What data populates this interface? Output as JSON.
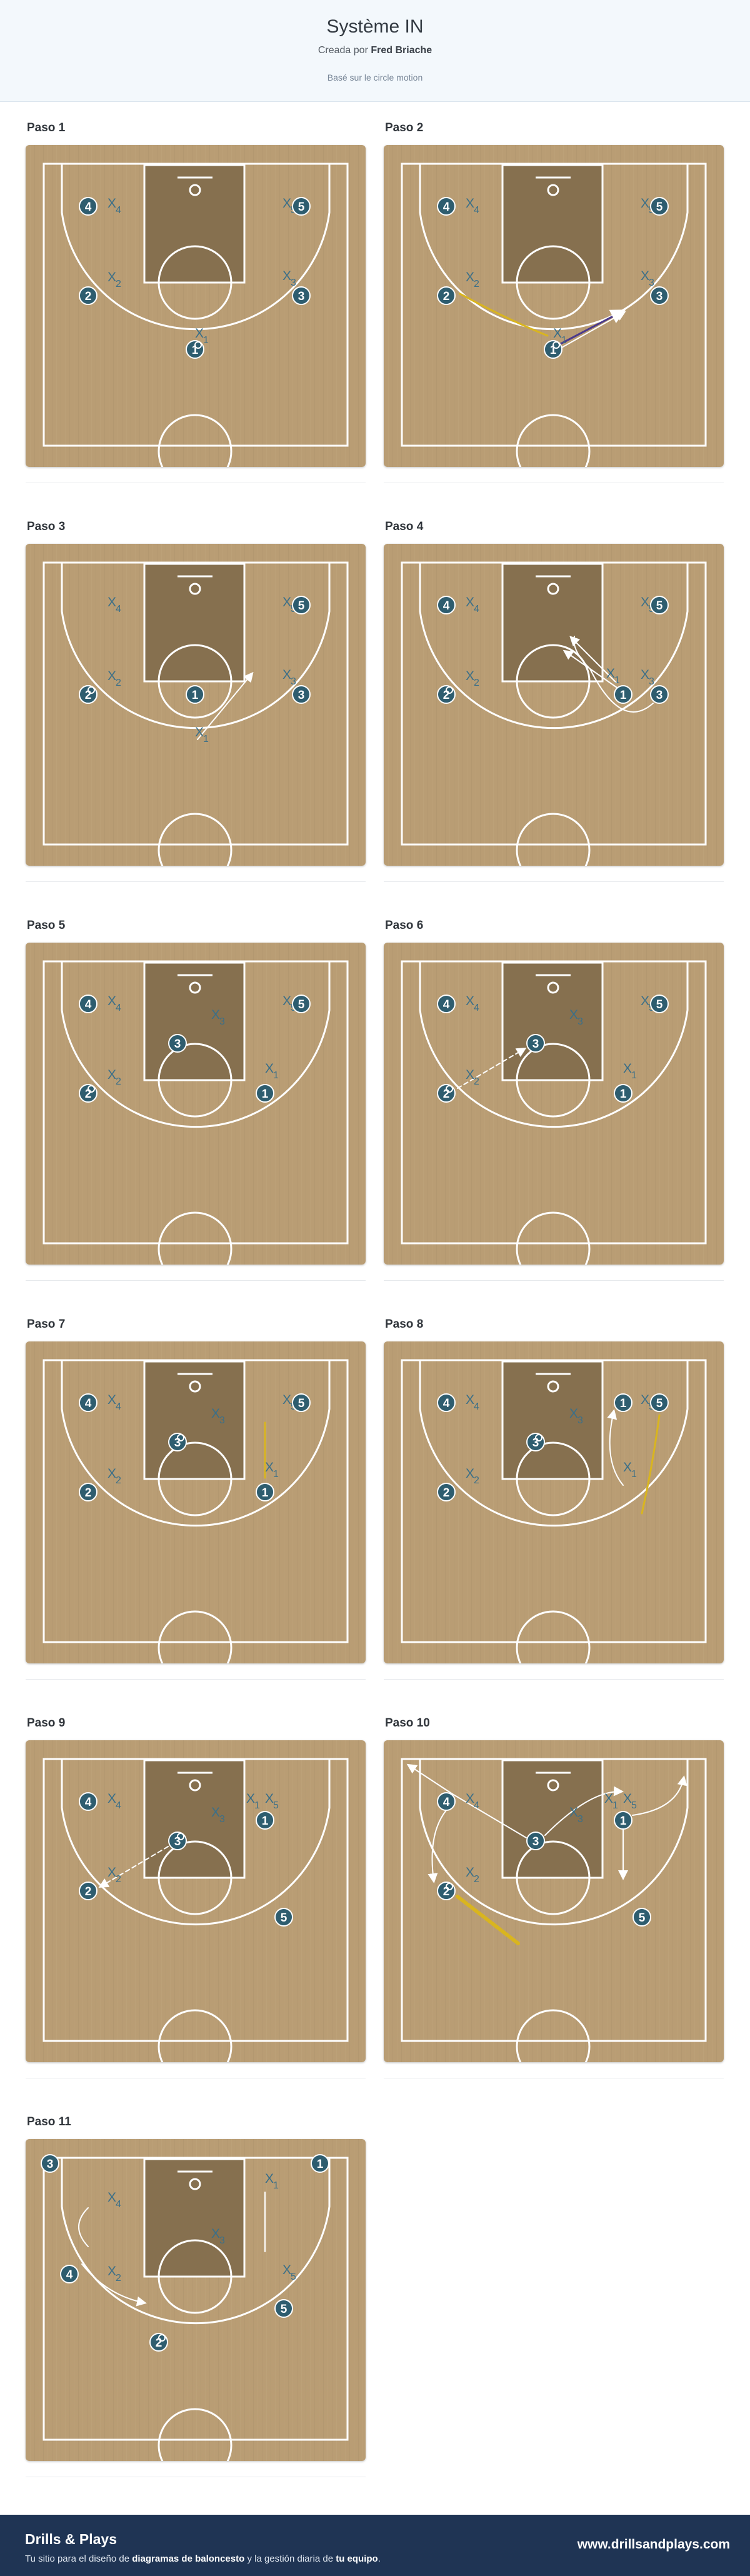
{
  "header": {
    "title": "Système IN",
    "created_prefix": "Creada por",
    "author": "Fred Briache",
    "description": "Basé sur le circle motion"
  },
  "colors": {
    "header_bg": "#f3f8fc",
    "court_wood": "#b99d74",
    "paint": "#86704f",
    "player": "#2e5d6f",
    "defender": "#3b6f88",
    "ball": "#e07b16",
    "pass": "#ffffff",
    "screen": "#d9b51f",
    "cut_highlight": "#4b3a8c",
    "footer_bg": "#1f3454"
  },
  "steps": [
    {
      "label": "Paso 1",
      "offense": [
        {
          "n": "4"
        },
        {
          "n": "5"
        },
        {
          "n": "2"
        },
        {
          "n": "3"
        },
        {
          "n": "1",
          "ball": true
        }
      ],
      "defense": [
        {
          "n": "4"
        },
        {
          "n": "5"
        },
        {
          "n": "2"
        },
        {
          "n": "3"
        },
        {
          "n": "1"
        }
      ],
      "actions": []
    },
    {
      "label": "Paso 2",
      "offense": [
        {
          "n": "4"
        },
        {
          "n": "5"
        },
        {
          "n": "2"
        },
        {
          "n": "3"
        },
        {
          "n": "1",
          "ball": true
        }
      ],
      "defense": [
        {
          "n": "4"
        },
        {
          "n": "5"
        },
        {
          "n": "2"
        },
        {
          "n": "3"
        },
        {
          "n": "1"
        }
      ],
      "actions": [
        "cut-2",
        "cut-1-to-3",
        "screen-2"
      ]
    },
    {
      "label": "Paso 3",
      "offense": [
        {
          "n": "4"
        },
        {
          "n": "5"
        },
        {
          "n": "2",
          "ball": true
        },
        {
          "n": "1"
        },
        {
          "n": "3"
        }
      ],
      "defense": [
        {
          "n": "4"
        },
        {
          "n": "5"
        },
        {
          "n": "2"
        },
        {
          "n": "3"
        },
        {
          "n": "1"
        }
      ],
      "actions": [
        "cut-1"
      ]
    },
    {
      "label": "Paso 4",
      "offense": [
        {
          "n": "4"
        },
        {
          "n": "5"
        },
        {
          "n": "2",
          "ball": true
        },
        {
          "n": "1"
        },
        {
          "n": "3"
        }
      ],
      "defense": [
        {
          "n": "4"
        },
        {
          "n": "5"
        },
        {
          "n": "2"
        },
        {
          "n": "3"
        },
        {
          "n": "1"
        }
      ],
      "actions": [
        "cut-3"
      ]
    },
    {
      "label": "Paso 5",
      "offense": [
        {
          "n": "4"
        },
        {
          "n": "5"
        },
        {
          "n": "3"
        },
        {
          "n": "2",
          "ball": true
        },
        {
          "n": "1"
        }
      ],
      "defense": [
        {
          "n": "4"
        },
        {
          "n": "5"
        },
        {
          "n": "3"
        },
        {
          "n": "2"
        },
        {
          "n": "1"
        }
      ],
      "actions": []
    },
    {
      "label": "Paso 6",
      "offense": [
        {
          "n": "4"
        },
        {
          "n": "5"
        },
        {
          "n": "3"
        },
        {
          "n": "2",
          "ball": true
        },
        {
          "n": "1"
        }
      ],
      "defense": [
        {
          "n": "4"
        },
        {
          "n": "5"
        },
        {
          "n": "3"
        },
        {
          "n": "2"
        },
        {
          "n": "1"
        }
      ],
      "actions": [
        "pass-2-3"
      ]
    },
    {
      "label": "Paso 7",
      "offense": [
        {
          "n": "4"
        },
        {
          "n": "5"
        },
        {
          "n": "3",
          "ball": true
        },
        {
          "n": "2"
        },
        {
          "n": "1"
        }
      ],
      "defense": [
        {
          "n": "4"
        },
        {
          "n": "5"
        },
        {
          "n": "3"
        },
        {
          "n": "2"
        },
        {
          "n": "1"
        }
      ],
      "actions": [
        "screen-5"
      ]
    },
    {
      "label": "Paso 8",
      "offense": [
        {
          "n": "4"
        },
        {
          "n": "5"
        },
        {
          "n": "3",
          "ball": true
        },
        {
          "n": "1"
        },
        {
          "n": "2"
        }
      ],
      "defense": [
        {
          "n": "4"
        },
        {
          "n": "5"
        },
        {
          "n": "3"
        },
        {
          "n": "2"
        },
        {
          "n": "1"
        }
      ],
      "actions": [
        "cut-1-up",
        "screen-5-down"
      ]
    },
    {
      "label": "Paso 9",
      "offense": [
        {
          "n": "4"
        },
        {
          "n": "1"
        },
        {
          "n": "3",
          "ball": true
        },
        {
          "n": "2"
        },
        {
          "n": "5"
        }
      ],
      "defense": [
        {
          "n": "4"
        },
        {
          "n": "5"
        },
        {
          "n": "3"
        },
        {
          "n": "2"
        },
        {
          "n": "1"
        }
      ],
      "actions": [
        "pass-3-2"
      ]
    },
    {
      "label": "Paso 10",
      "offense": [
        {
          "n": "4"
        },
        {
          "n": "1"
        },
        {
          "n": "3"
        },
        {
          "n": "2",
          "ball": true
        },
        {
          "n": "5"
        }
      ],
      "defense": [
        {
          "n": "4"
        },
        {
          "n": "5"
        },
        {
          "n": "3"
        },
        {
          "n": "2"
        },
        {
          "n": "1"
        }
      ],
      "actions": [
        "cut-4",
        "cut-3",
        "cut-1",
        "screen-2"
      ]
    },
    {
      "label": "Paso 11",
      "offense": [
        {
          "n": "3"
        },
        {
          "n": "1"
        },
        {
          "n": "4"
        },
        {
          "n": "5"
        },
        {
          "n": "2",
          "ball": true
        }
      ],
      "defense": [
        {
          "n": "4"
        },
        {
          "n": "1"
        },
        {
          "n": "3"
        },
        {
          "n": "2"
        },
        {
          "n": "5"
        }
      ],
      "actions": [
        "cut-4"
      ]
    }
  ],
  "footer": {
    "brand": "Drills & Plays",
    "tagline_1": "Tu sitio para el diseño de",
    "tagline_2": "diagramas de baloncesto",
    "tagline_3": "y la gestión diaria de",
    "tagline_4": "tu equipo",
    "tagline_5": ".",
    "url": "www.drillsandplays.com"
  }
}
